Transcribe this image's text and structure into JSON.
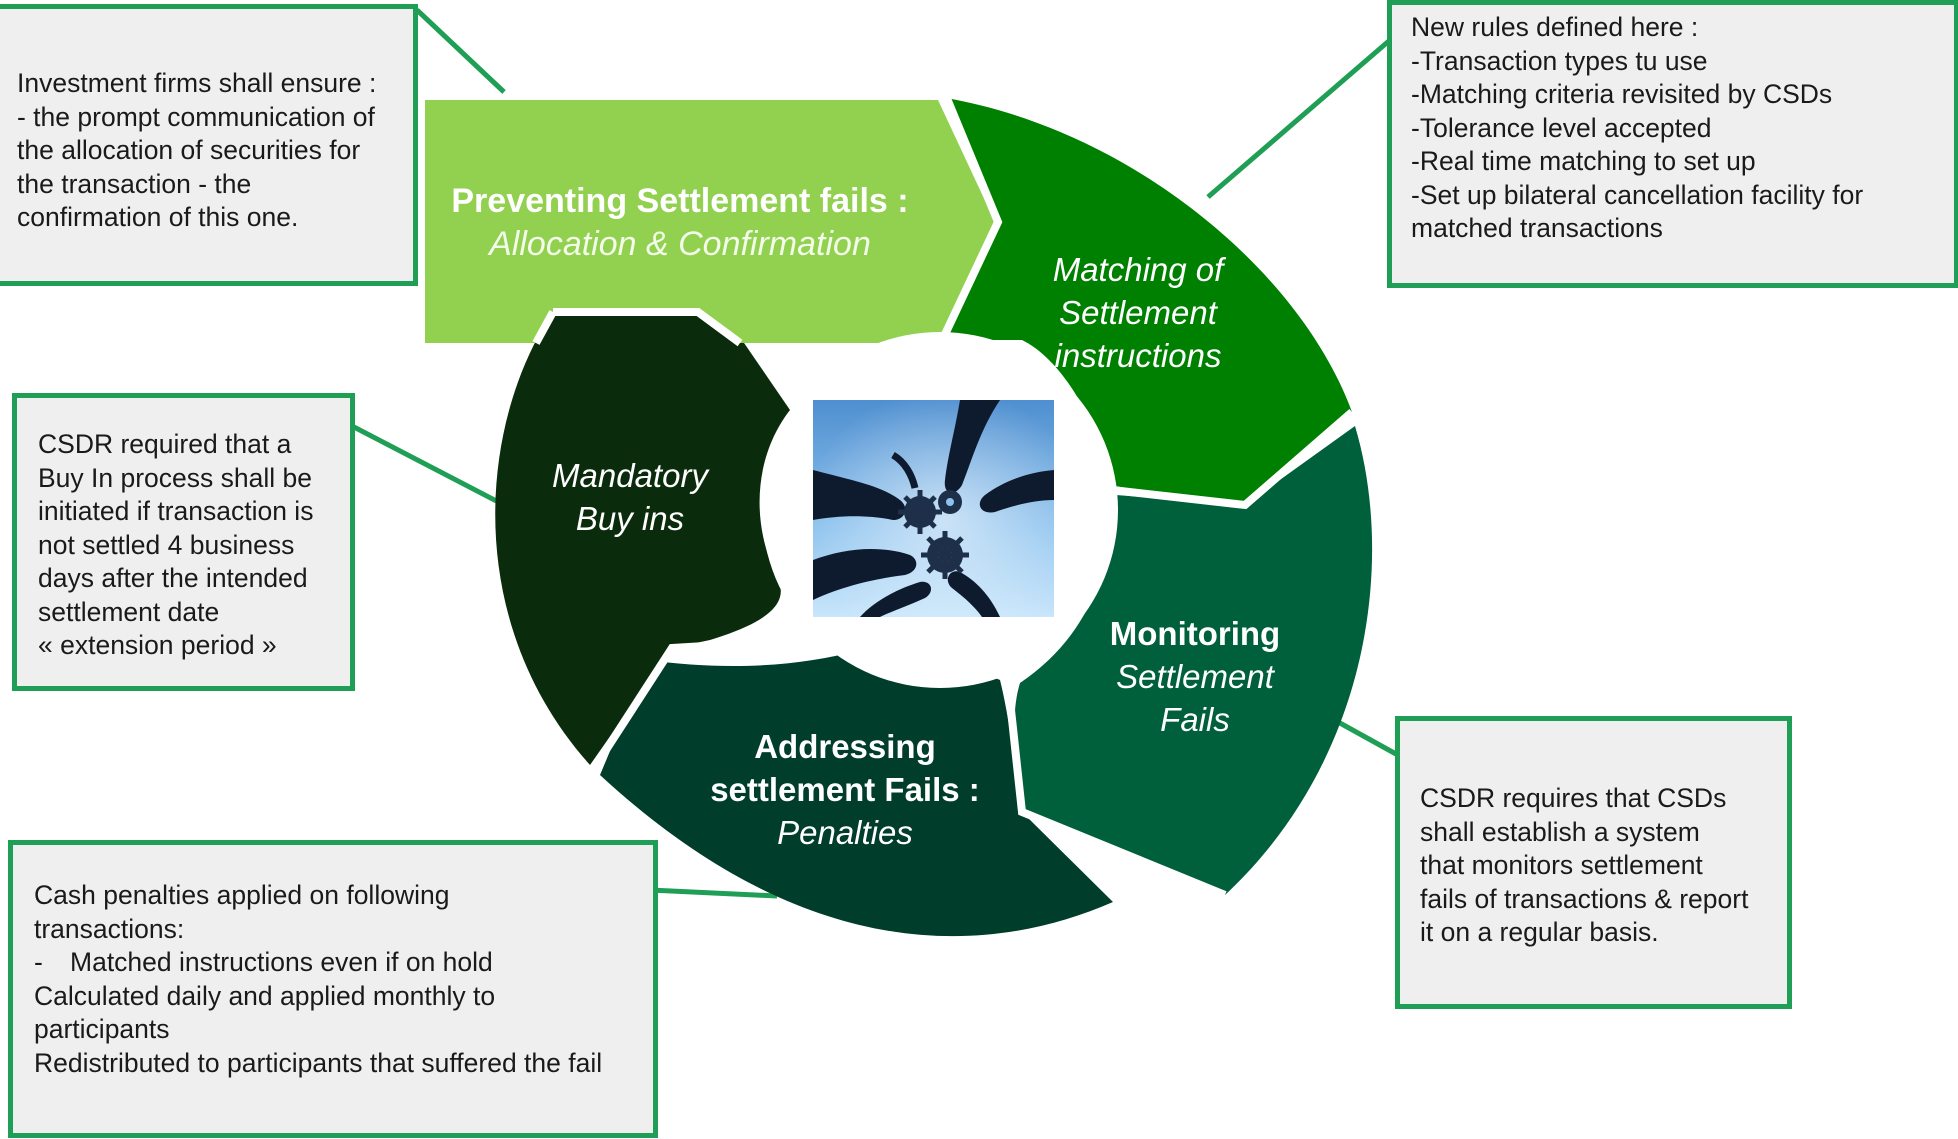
{
  "colors": {
    "seg_preventing": "#92d050",
    "seg_matching": "#008000",
    "seg_monitoring": "#00603b",
    "seg_addressing": "#003d2a",
    "seg_mandatory": "#0b2c0c",
    "box_border": "#1f9e55",
    "box_fill": "#efefef",
    "connector": "#1f9e55"
  },
  "segments": {
    "preventing": {
      "line1": "Preventing Settlement fails :",
      "line2": "Allocation & Confirmation"
    },
    "matching": {
      "line1": "Matching of",
      "line2": "Settlement",
      "line3": "instructions"
    },
    "monitoring": {
      "line1": "Monitoring",
      "line2": "Settlement",
      "line3": "Fails"
    },
    "addressing": {
      "line1": "Addressing",
      "line2": "settlement Fails :",
      "line3": "Penalties"
    },
    "mandatory": {
      "line1": "Mandatory",
      "line2": "Buy ins"
    }
  },
  "center_image": {
    "icon": "hands-with-gears-photo"
  },
  "notes": {
    "investment": {
      "lines": [
        "Investment firms shall ensure :",
        "- the prompt communication of",
        "the allocation of securities for",
        "the transaction - the",
        "confirmation of this one."
      ]
    },
    "new_rules": {
      "lines": [
        "New rules defined here :",
        "-Transaction types tu use",
        "-Matching  criteria revisited by CSDs",
        "-Tolerance level accepted",
        "-Real time matching to set up",
        "-Set up bilateral cancellation facility for",
        "matched transactions"
      ]
    },
    "csdr_buyin": {
      "lines": [
        "CSDR required that a",
        "Buy In process shall be",
        "initiated if transaction is",
        "not settled 4 business",
        "days after the intended",
        "settlement date",
        "« extension period »"
      ]
    },
    "csdr_monitor": {
      "lines": [
        "CSDR requires that CSDs",
        "shall establish a system",
        "that monitors settlement",
        "fails of transactions & report",
        "it on a regular basis."
      ]
    },
    "penalties": {
      "line1": "Cash penalties applied on following",
      "line2": "transactions:",
      "bullet_dash": "-",
      "bullet_text": "Matched instructions even if on hold",
      "line4": "Calculated daily and applied monthly to",
      "line5": "participants",
      "line6": "Redistributed to participants that suffered the fail"
    }
  }
}
